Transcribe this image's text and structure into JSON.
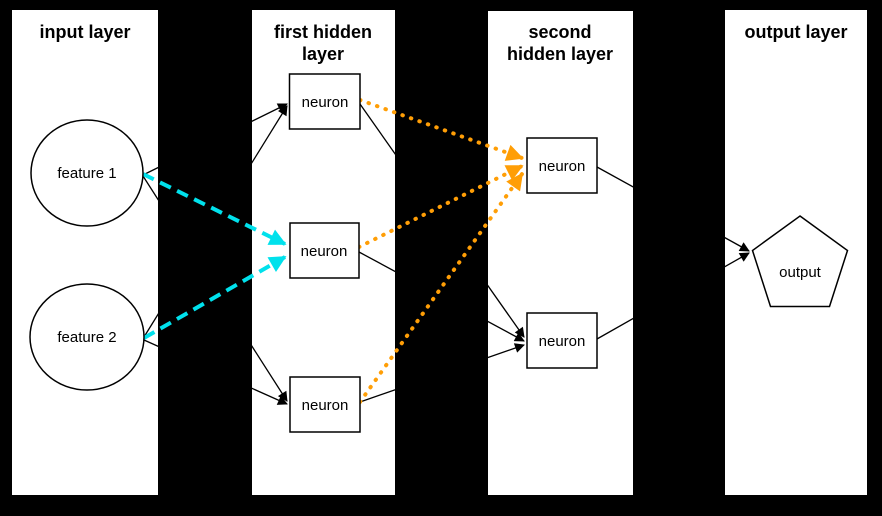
{
  "colors": {
    "background": "#000000",
    "panel": "#ffffff",
    "cyan": "#00e1ec",
    "orange": "#ff9e06",
    "line": "#000000"
  },
  "layers": {
    "input": {
      "title": "input layer"
    },
    "hidden1": {
      "title_line1": "first hidden",
      "title_line2": "layer"
    },
    "hidden2": {
      "title_line1": "second",
      "title_line2": "hidden layer"
    },
    "output": {
      "title": "output layer"
    }
  },
  "nodes": {
    "feature1": "feature 1",
    "feature2": "feature 2",
    "h1_top": "neuron",
    "h1_mid": "neuron",
    "h1_bottom": "neuron",
    "h2_top": "neuron",
    "h2_bottom": "neuron",
    "output": "output"
  },
  "edges": [
    {
      "from": "feature 1",
      "to": "first hidden top neuron",
      "style": "solid-black"
    },
    {
      "from": "feature 1",
      "to": "first hidden bottom neuron",
      "style": "solid-black"
    },
    {
      "from": "feature 2",
      "to": "first hidden top neuron",
      "style": "solid-black"
    },
    {
      "from": "feature 2",
      "to": "first hidden bottom neuron",
      "style": "solid-black"
    },
    {
      "from": "feature 1",
      "to": "first hidden middle neuron",
      "style": "dashed-cyan"
    },
    {
      "from": "feature 2",
      "to": "first hidden middle neuron",
      "style": "dashed-cyan"
    },
    {
      "from": "first hidden top neuron",
      "to": "second hidden top neuron",
      "style": "dotted-orange"
    },
    {
      "from": "first hidden middle neuron",
      "to": "second hidden top neuron",
      "style": "dotted-orange"
    },
    {
      "from": "first hidden bottom neuron",
      "to": "second hidden top neuron",
      "style": "dotted-orange"
    },
    {
      "from": "first hidden top neuron",
      "to": "second hidden bottom neuron",
      "style": "solid-black"
    },
    {
      "from": "first hidden middle neuron",
      "to": "second hidden bottom neuron",
      "style": "solid-black"
    },
    {
      "from": "first hidden bottom neuron",
      "to": "second hidden bottom neuron",
      "style": "solid-black"
    },
    {
      "from": "second hidden top neuron",
      "to": "output",
      "style": "solid-black"
    },
    {
      "from": "second hidden bottom neuron",
      "to": "output",
      "style": "solid-black"
    }
  ]
}
